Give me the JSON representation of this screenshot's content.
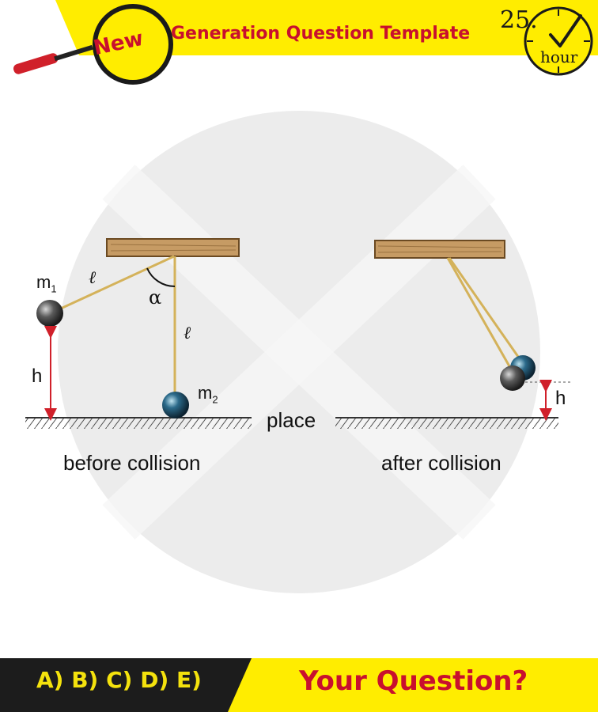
{
  "header": {
    "badge": "New",
    "title": "Generation Question Template",
    "hours_value": "25.",
    "hours_unit": "hour"
  },
  "diagram": {
    "left": {
      "mass1": "m",
      "mass1_sub": "1",
      "mass2": "m",
      "mass2_sub": "2",
      "length1": "ℓ",
      "length2": "ℓ",
      "angle": "α",
      "height": "h",
      "caption": "before collision"
    },
    "center": {
      "place": "place"
    },
    "right": {
      "height": "h",
      "caption": "after collision"
    }
  },
  "footer": {
    "options": "A) B) C) D) E)",
    "question": "Your Question?"
  },
  "colors": {
    "yellow": "#ffed00",
    "red": "#c8102e",
    "dark": "#1c1c1c",
    "wood": "#c69b64",
    "rope": "#d4b25a",
    "ball_dark": "#3a3a3a",
    "ball_blue": "#2b6a8a"
  },
  "icons": [
    "magnifier-icon",
    "clock-check-icon"
  ]
}
